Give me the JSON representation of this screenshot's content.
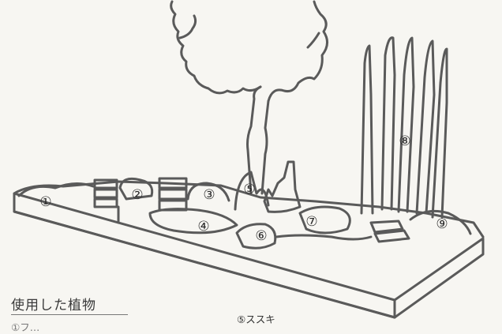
{
  "figure": {
    "numbers": [
      "①",
      "②",
      "③",
      "④",
      "⑤",
      "⑥",
      "⑦",
      "⑧",
      "⑨"
    ]
  },
  "plants": {
    "heading": "使用した植物",
    "item_5": "⑤ススキ",
    "item_1_partial": "①フ…"
  },
  "colors": {
    "background": "#f7f6f2",
    "line": "#5a5a5a"
  }
}
